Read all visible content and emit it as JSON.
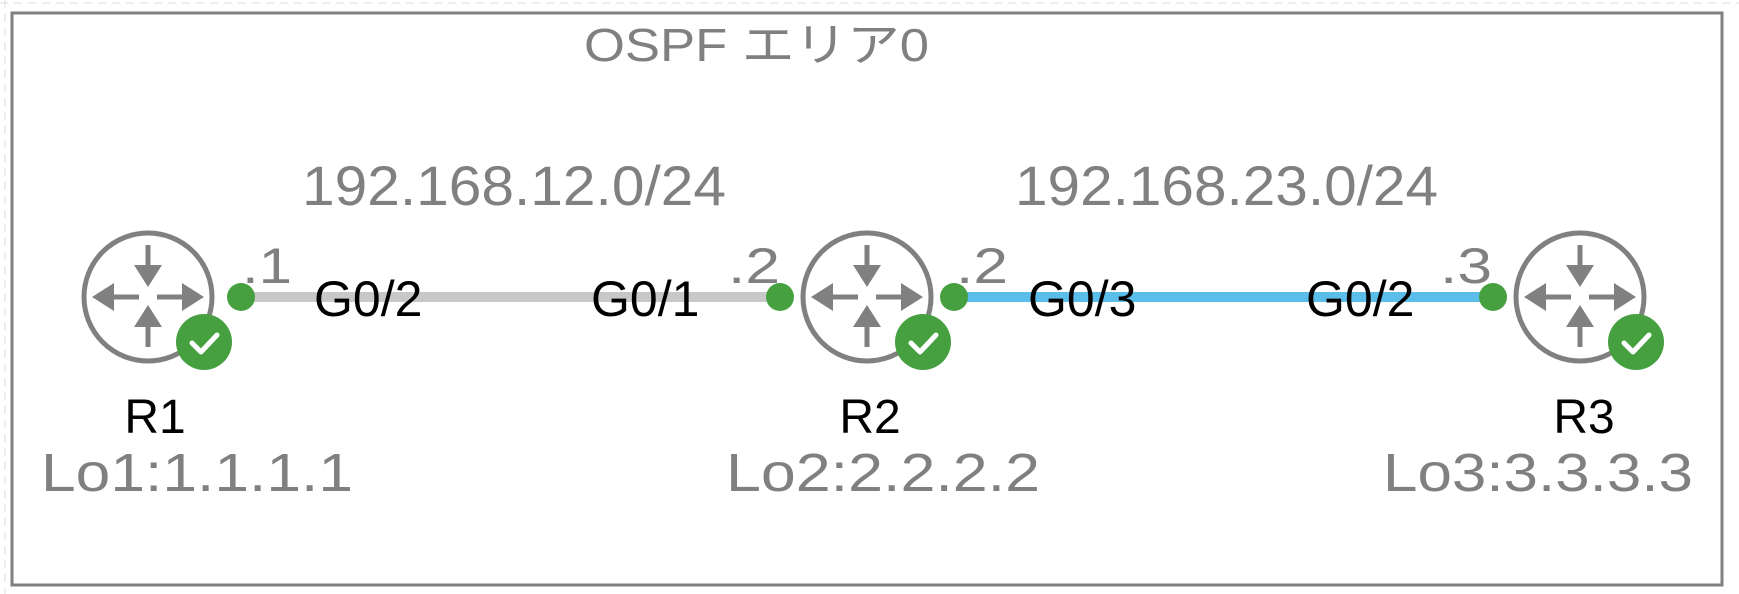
{
  "area_label": "OSPF エリア0",
  "colors": {
    "link_gray": "#c8c8c8",
    "link_blue": "#5bbde9",
    "port_green": "#46a040",
    "router_gray": "#808080"
  },
  "networks": [
    {
      "label": "192.168.12.0/24",
      "color": "#c8c8c8"
    },
    {
      "label": "192.168.23.0/24",
      "color": "#5bbde9"
    }
  ],
  "routers": [
    {
      "name": "R1",
      "loopback": "Lo1:1.1.1.1",
      "status": "ok"
    },
    {
      "name": "R2",
      "loopback": "Lo2:2.2.2.2",
      "status": "ok"
    },
    {
      "name": "R3",
      "loopback": "Lo3:3.3.3.3",
      "status": "ok"
    }
  ],
  "interfaces": [
    {
      "name": "G0/2",
      "host": ".1"
    },
    {
      "name": "G0/1",
      "host": ".2"
    },
    {
      "name": "G0/3",
      "host": ".2"
    },
    {
      "name": "G0/2",
      "host": ".3"
    }
  ]
}
